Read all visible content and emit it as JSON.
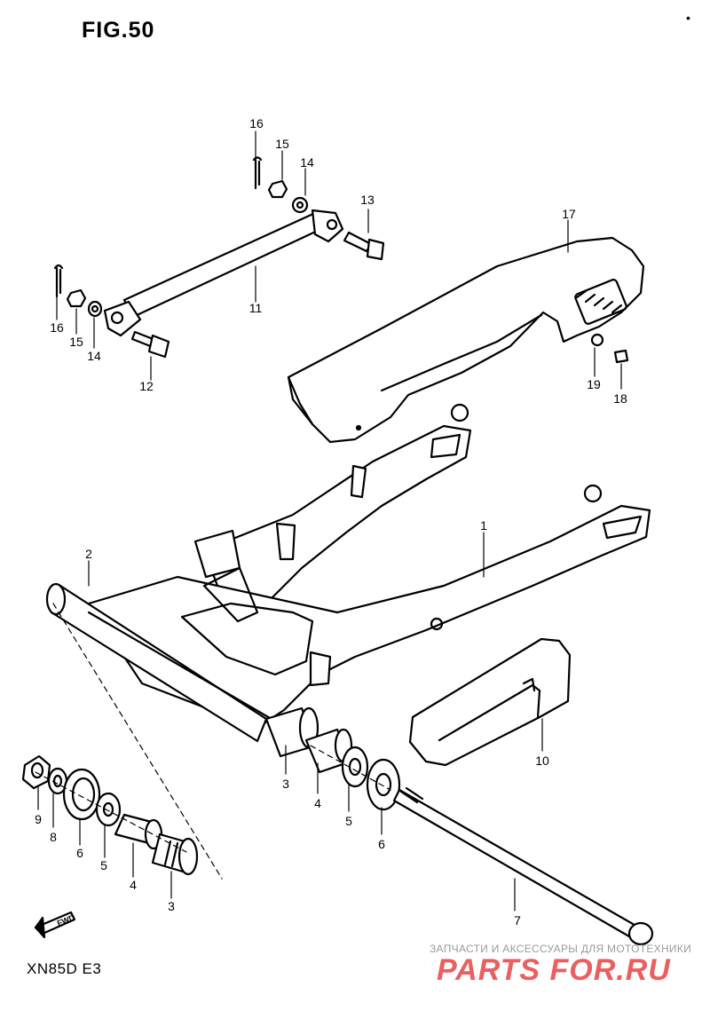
{
  "figure": {
    "title": "FIG.50",
    "model": "XN85D  E3",
    "fwd_label": "FWD"
  },
  "callouts": {
    "c1": "1",
    "c2": "2",
    "c3a": "3",
    "c3b": "3",
    "c4a": "4",
    "c4b": "4",
    "c5a": "5",
    "c5b": "5",
    "c6a": "6",
    "c6b": "6",
    "c7": "7",
    "c8": "8",
    "c9": "9",
    "c10": "10",
    "c11": "11",
    "c12": "12",
    "c13": "13",
    "c14a": "14",
    "c14b": "14",
    "c15a": "15",
    "c15b": "15",
    "c16a": "16",
    "c16b": "16",
    "c17": "17",
    "c18": "18",
    "c19": "19"
  },
  "watermark": {
    "caption": "ЗАПЧАСТИ И АКСЕССУАРЫ ДЛЯ МОТОТЕХНИКИ",
    "logo": "PARTS FOR.RU",
    "color": "#e73d3d"
  },
  "parts": [
    {
      "ref": "1",
      "name": "swingarm"
    },
    {
      "ref": "2",
      "name": "pivot tube"
    },
    {
      "ref": "3",
      "name": "bearing"
    },
    {
      "ref": "4",
      "name": "spacer"
    },
    {
      "ref": "5",
      "name": "washer"
    },
    {
      "ref": "6",
      "name": "dust seal"
    },
    {
      "ref": "7",
      "name": "pivot shaft"
    },
    {
      "ref": "8",
      "name": "washer"
    },
    {
      "ref": "9",
      "name": "nut"
    },
    {
      "ref": "10",
      "name": "chain buffer"
    },
    {
      "ref": "11",
      "name": "torque link"
    },
    {
      "ref": "12",
      "name": "bolt"
    },
    {
      "ref": "13",
      "name": "bolt"
    },
    {
      "ref": "14",
      "name": "washer"
    },
    {
      "ref": "15",
      "name": "castle nut"
    },
    {
      "ref": "16",
      "name": "cotter pin"
    },
    {
      "ref": "17",
      "name": "chain case"
    },
    {
      "ref": "18",
      "name": "screw"
    },
    {
      "ref": "19",
      "name": "washer"
    }
  ]
}
